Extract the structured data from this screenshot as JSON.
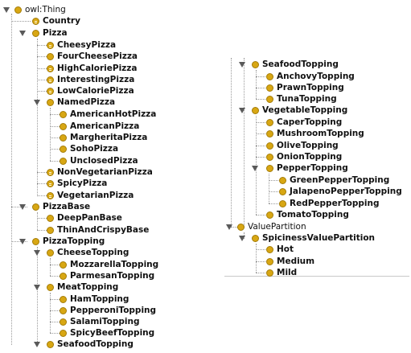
{
  "tree": {
    "owl_thing": "owl:Thing",
    "country": "Country",
    "pizza": "Pizza",
    "cheesy_pizza": "CheesyPizza",
    "four_cheese_pizza": "FourCheesePizza",
    "high_calorie_pizza": "HighCaloriePizza",
    "interesting_pizza": "InterestingPizza",
    "low_calorie_pizza": "LowCaloriePizza",
    "named_pizza": "NamedPizza",
    "american_hot_pizza": "AmericanHotPizza",
    "american_pizza": "AmericanPizza",
    "margherita_pizza": "MargheritaPizza",
    "soho_pizza": "SohoPizza",
    "unclosed_pizza": "UnclosedPizza",
    "non_vegetarian_pizza": "NonVegetarianPizza",
    "spicy_pizza": "SpicyPizza",
    "vegetarian_pizza": "VegetarianPizza",
    "pizza_base": "PizzaBase",
    "deep_pan_base": "DeepPanBase",
    "thin_and_crispy_base": "ThinAndCrispyBase",
    "pizza_topping": "PizzaTopping",
    "cheese_topping": "CheeseTopping",
    "mozzarella_topping": "MozzarellaTopping",
    "parmesan_topping": "ParmesanTopping",
    "meat_topping": "MeatTopping",
    "ham_topping": "HamTopping",
    "pepperoni_topping": "PepperoniTopping",
    "salami_topping": "SalamiTopping",
    "spicy_beef_topping": "SpicyBeefTopping",
    "seafood_topping_left": "SeafoodTopping",
    "seafood_topping": "SeafoodTopping",
    "anchovy_topping": "AnchovyTopping",
    "prawn_topping": "PrawnTopping",
    "tuna_topping": "TunaTopping",
    "vegetable_topping": "VegetableTopping",
    "caper_topping": "CaperTopping",
    "mushroom_topping": "MushroomTopping",
    "olive_topping": "OliveTopping",
    "onion_topping": "OnionTopping",
    "pepper_topping": "PepperTopping",
    "green_pepper_topping": "GreenPepperTopping",
    "jalapeno_pepper_topping": "JalapenoPepperTopping",
    "red_pepper_topping": "RedPepperTopping",
    "tomato_topping": "TomatoTopping",
    "value_partition": "ValuePartition",
    "spiciness_value_partition": "SpicinessValuePartition",
    "hot": "Hot",
    "medium": "Medium",
    "mild": "Mild"
  },
  "colors": {
    "class_fill": "#d8a713",
    "class_border": "#a47c08",
    "connector": "#9a9a9a",
    "expand_arrow": "#5a5a5a"
  }
}
